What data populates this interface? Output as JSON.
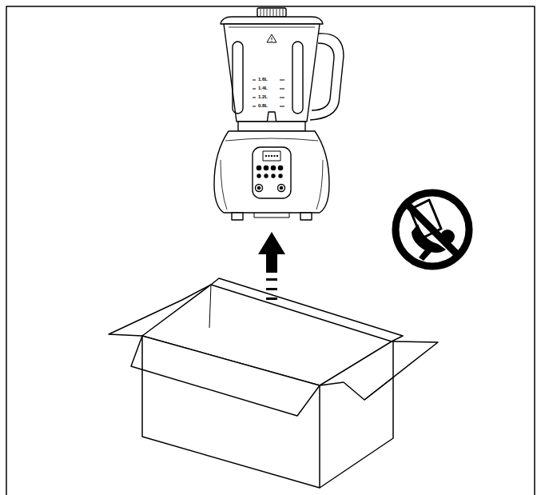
{
  "diagram": {
    "labels": [
      "1.6L",
      "1.4L",
      "1.2L",
      "0.8L"
    ]
  }
}
